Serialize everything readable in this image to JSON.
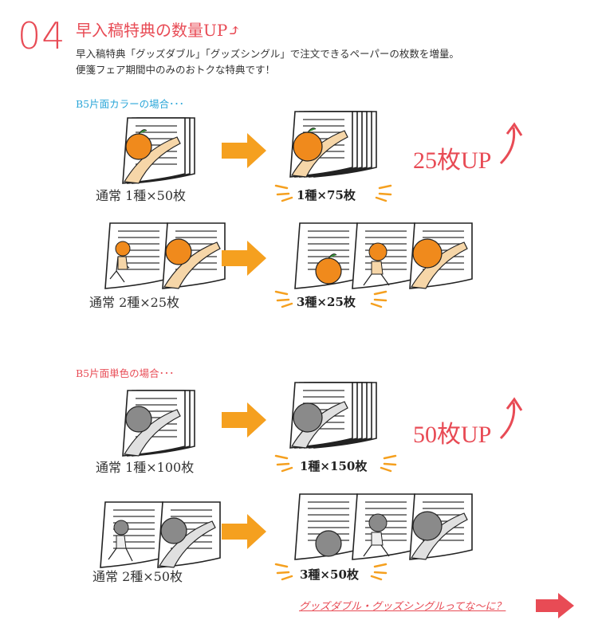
{
  "header": {
    "number": "04",
    "title": "早入稿特典の数量UP⤴",
    "line1": "早入稿特典「グッズダブル」「グッズシングル」で注文できるペーパーの枚数を増量。",
    "line2": "便箋フェア期間中のみのおトクな特典です！"
  },
  "color_section": {
    "heading": "B5片面カラーの場合･･･",
    "heading_color": "#2aa6d8",
    "row1_before": "通常  1種×50枚",
    "row1_after": "1種×75枚",
    "row2_before": "通常  2種×25枚",
    "row2_after": "3種×25枚",
    "gain": "25枚UP"
  },
  "mono_section": {
    "heading": "B5片面単色の場合･･･",
    "heading_color": "#e84b55",
    "row1_before": "通常  1種×100枚",
    "row1_after": "1種×150枚",
    "row2_before": "通常  2種×50枚",
    "row2_after": "3種×50枚",
    "gain": "50枚UP"
  },
  "footer": {
    "link": "グッズダブル・グッズシングルってな〜に？"
  },
  "colors": {
    "accent_red": "#e84b55",
    "arrow_orange": "#f5a01f",
    "orange_fruit": "#f08a1c",
    "gray_fruit": "#8a8a8a"
  }
}
